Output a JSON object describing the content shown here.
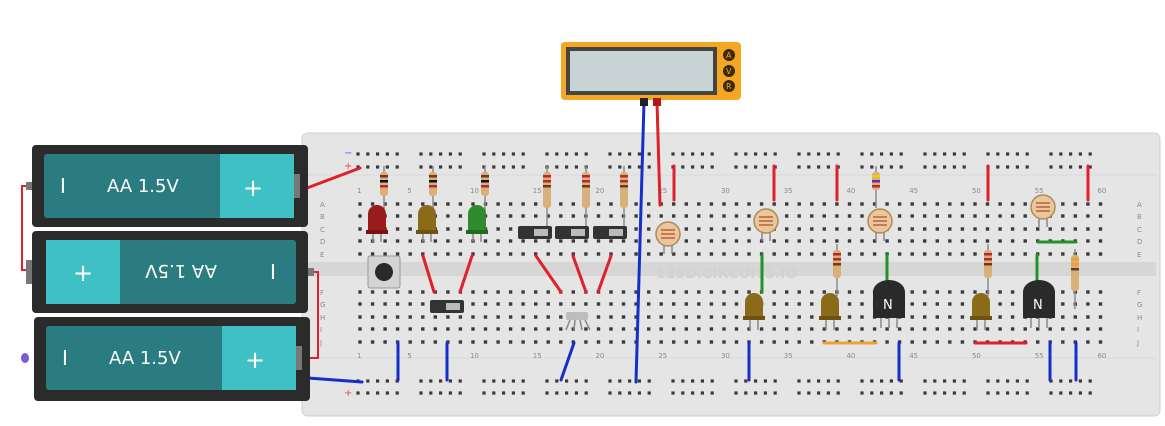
{
  "batteries": [
    {
      "label": "AA 1.5V",
      "minus": "I",
      "plus": "+",
      "orientation": "normal"
    },
    {
      "label": "AA 1.5V",
      "minus": "I",
      "plus": "+",
      "orientation": "flipped"
    },
    {
      "label": "AA 1.5V",
      "minus": "I",
      "plus": "+",
      "orientation": "normal"
    }
  ],
  "multimeter": {
    "mode_a": "A",
    "mode_v": "V",
    "mode_r": "R",
    "display": ""
  },
  "breadboard": {
    "watermark": "123D.CIRCUITS.IO",
    "column_numbers": [
      "1",
      "5",
      "10",
      "15",
      "20",
      "25",
      "30",
      "35",
      "40",
      "45",
      "50",
      "55",
      "60"
    ],
    "row_letters_top": [
      "A",
      "B",
      "C",
      "D",
      "E"
    ],
    "row_letters_bottom": [
      "F",
      "G",
      "H",
      "I",
      "J"
    ],
    "rail_minus": "−",
    "rail_plus": "+"
  },
  "transistors": [
    {
      "label": "N"
    },
    {
      "label": "N"
    }
  ],
  "colors": {
    "battery_body": "#2b7c80",
    "battery_cap": "#3fc0c5",
    "multimeter_frame": "#f5a623",
    "breadboard": "#e7e7e7",
    "wire_red": "#e0202a",
    "wire_blue": "#1430c8",
    "wire_green": "#22922a"
  }
}
